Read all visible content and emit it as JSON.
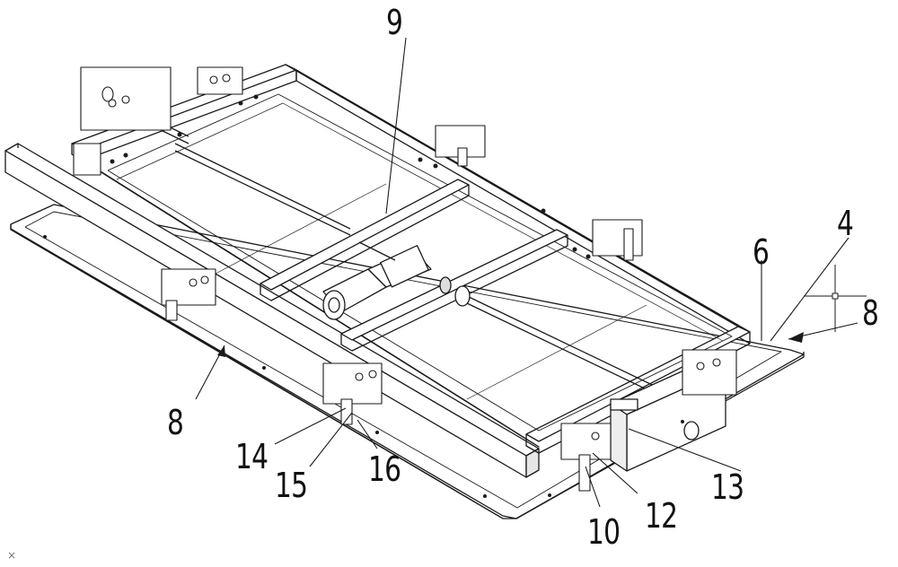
{
  "figure": {
    "type": "patent-mechanical-drawing",
    "subject": "rectangular frame assembly with motor, drive shaft and clamp units on base plate",
    "corner_mark": "×"
  },
  "callouts": [
    {
      "id": "c9",
      "label": "9"
    },
    {
      "id": "c4",
      "label": "4"
    },
    {
      "id": "c6",
      "label": "6"
    },
    {
      "id": "c8a",
      "label": "8"
    },
    {
      "id": "c8b",
      "label": "8"
    },
    {
      "id": "c14",
      "label": "14"
    },
    {
      "id": "c15",
      "label": "15"
    },
    {
      "id": "c16",
      "label": "16"
    },
    {
      "id": "c13",
      "label": "13"
    },
    {
      "id": "c12",
      "label": "12"
    },
    {
      "id": "c10",
      "label": "10"
    }
  ],
  "colors": {
    "line": "#1a1a1a",
    "fill": "#ffffff",
    "shade": "#d8d8d8"
  }
}
